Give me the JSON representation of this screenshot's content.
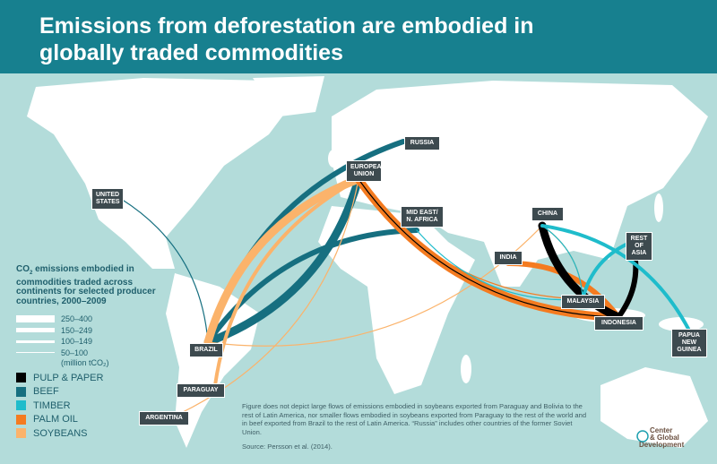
{
  "header": {
    "title": "Emissions from deforestation are embodied in globally traded commodities"
  },
  "regions": {
    "russia": "RUSSIA",
    "eu": "EUROPEAN UNION",
    "us": "UNITED STATES",
    "mideast": "MID EAST/ N. AFRICA",
    "china": "CHINA",
    "rest_asia": "REST OF ASIA",
    "india": "INDIA",
    "malaysia": "MALAYSIA",
    "indonesia": "INDONESIA",
    "png": "PAPUA NEW GUINEA",
    "brazil": "BRAZIL",
    "paraguay": "PARAGUAY",
    "argentina": "ARGENTINA"
  },
  "legend": {
    "title_pre": "CO",
    "title_sub": "2",
    "title_post": " emissions embodied in commodities traded across continents for selected producer countries, 2000–2009",
    "bands": [
      {
        "label": "250–400",
        "level": 4
      },
      {
        "label": "150–249",
        "level": 3
      },
      {
        "label": "100–149",
        "level": 2
      },
      {
        "label": "50–100",
        "level": 1
      }
    ],
    "unit": "(million tCO₂)",
    "commodities": [
      {
        "label": "PULP & PAPER",
        "color": "#000000"
      },
      {
        "label": "BEEF",
        "color": "#166f80"
      },
      {
        "label": "TIMBER",
        "color": "#1fbccb"
      },
      {
        "label": "PALM OIL",
        "color": "#f47b20"
      },
      {
        "label": "SOYBEANS",
        "color": "#fbb36b"
      }
    ]
  },
  "flows": [
    {
      "commodity": "BEEF",
      "from": "BRAZIL",
      "to": "RUSSIA",
      "band": "150–249"
    },
    {
      "commodity": "BEEF",
      "from": "BRAZIL",
      "to": "EUROPEAN UNION",
      "band": "250–400"
    },
    {
      "commodity": "BEEF",
      "from": "BRAZIL",
      "to": "MID EAST/ N. AFRICA",
      "band": "150–249"
    },
    {
      "commodity": "BEEF",
      "from": "BRAZIL",
      "to": "UNITED STATES",
      "band": "50–100"
    },
    {
      "commodity": "SOYBEANS",
      "from": "BRAZIL",
      "to": "EUROPEAN UNION",
      "band": "250–400"
    },
    {
      "commodity": "SOYBEANS",
      "from": "BRAZIL",
      "to": "CHINA",
      "band": "50–100"
    },
    {
      "commodity": "SOYBEANS",
      "from": "PARAGUAY",
      "to": "EUROPEAN UNION",
      "band": "100–149"
    },
    {
      "commodity": "SOYBEANS",
      "from": "ARGENTINA",
      "to": "EUROPEAN UNION",
      "band": "50–100"
    },
    {
      "commodity": "PALM OIL",
      "from": "INDONESIA",
      "to": "EUROPEAN UNION",
      "band": "250–400"
    },
    {
      "commodity": "PALM OIL",
      "from": "INDONESIA",
      "to": "INDIA",
      "band": "150–249"
    },
    {
      "commodity": "PALM OIL",
      "from": "INDONESIA",
      "to": "CHINA",
      "band": "100–149"
    },
    {
      "commodity": "PALM OIL",
      "from": "INDONESIA",
      "to": "REST OF ASIA",
      "band": "100–149"
    },
    {
      "commodity": "PALM OIL",
      "from": "MALAYSIA",
      "to": "EUROPEAN UNION",
      "band": "50–100"
    },
    {
      "commodity": "PALM OIL",
      "from": "MALAYSIA",
      "to": "CHINA",
      "band": "50–100"
    },
    {
      "commodity": "PULP & PAPER",
      "from": "INDONESIA",
      "to": "CHINA",
      "band": "250–400"
    },
    {
      "commodity": "PULP & PAPER",
      "from": "INDONESIA",
      "to": "REST OF ASIA",
      "band": "150–249"
    },
    {
      "commodity": "PULP & PAPER",
      "from": "INDONESIA",
      "to": "EUROPEAN UNION",
      "band": "50–100"
    },
    {
      "commodity": "TIMBER",
      "from": "PAPUA NEW GUINEA",
      "to": "CHINA",
      "band": "100–149"
    },
    {
      "commodity": "TIMBER",
      "from": "MALAYSIA",
      "to": "REST OF ASIA",
      "band": "100–149"
    },
    {
      "commodity": "TIMBER",
      "from": "MALAYSIA",
      "to": "CHINA",
      "band": "50–100"
    },
    {
      "commodity": "TIMBER",
      "from": "MALAYSIA",
      "to": "MID EAST/ N. AFRICA",
      "band": "50–100"
    }
  ],
  "note": "Figure does not depict large flows of emissions embodied in soybeans exported from Paraguay and Bolivia to the rest of Latin America, nor smaller flows embodied in soybeans exported from Paraguay to the rest of the world and in beef exported from Brazil to the rest of Latin America.  “Russia” includes other countries of the former Soviet Union.",
  "source": "Source: Persson et al. (2014).",
  "logo": {
    "line1": "Center",
    "line2": "& Global",
    "line3": "Development"
  }
}
